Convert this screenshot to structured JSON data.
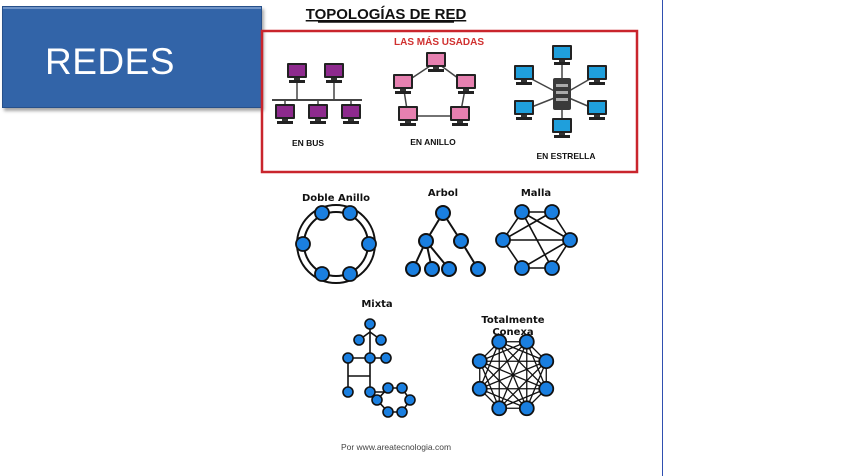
{
  "slide": {
    "title": "REDES"
  },
  "figure": {
    "heading": "TOPOLOGÍAS DE RED",
    "featured_label": "LAS MÁS USADAS",
    "featured": [
      "EN BUS",
      "EN ANILLO",
      "EN ESTRELLA"
    ],
    "others": [
      "Doble Anillo",
      "Arbol",
      "Malla",
      "Mixta",
      "Totalmente",
      "Conexa"
    ],
    "credit": "Por www.areatecnologia.com"
  },
  "colors": {
    "card": "#3264a8",
    "frame": "#c9252c",
    "bus_pc": "#8e2a8e",
    "ring_pc": "#e680b0",
    "star_pc": "#1f9fdc",
    "node": "#1a7fe0"
  }
}
